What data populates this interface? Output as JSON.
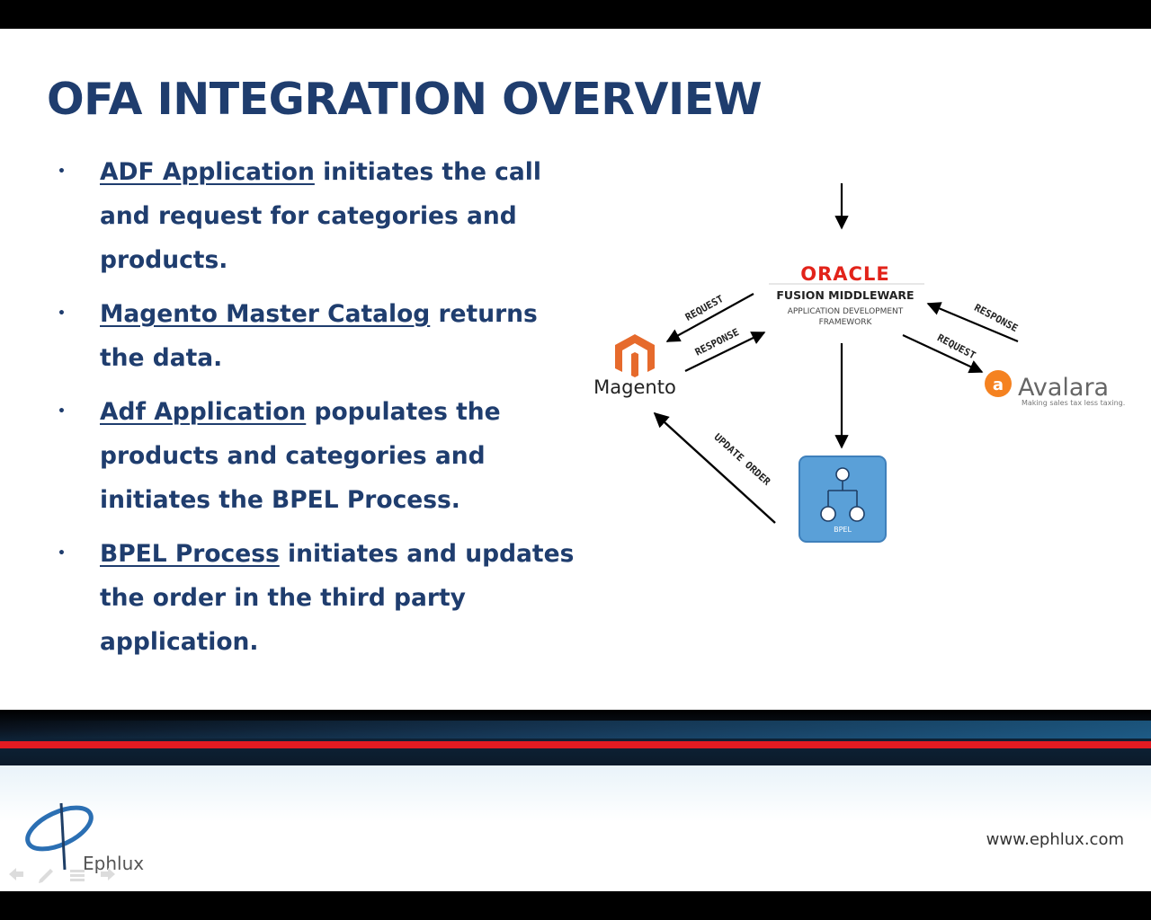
{
  "slide": {
    "title": "OFA INTEGRATION OVERVIEW",
    "bullets": [
      {
        "marker": "•",
        "link": "ADF Application",
        "text": " initiates the call and request for categories and products."
      },
      {
        "marker": "•",
        "link": "Magento Master Catalog",
        "text": " returns the data."
      },
      {
        "marker": "•",
        "link": "Adf Application",
        "text": " populates the products and categories and initiates the BPEL Process."
      },
      {
        "marker": "•",
        "link": "BPEL Process",
        "text": " initiates and updates the order in the third party application."
      }
    ]
  },
  "diagram": {
    "oracle_logo": "ORACLE",
    "oracle_sub1": "FUSION MIDDLEWARE",
    "oracle_sub2": "APPLICATION DEVELOPMENT",
    "oracle_sub3": "FRAMEWORK",
    "magento_label": "Magento",
    "avalara_label": "Avalara",
    "avalara_tagline": "Making sales tax less taxing.",
    "bpel_label": "BPEL",
    "edge_request_left": "REQUEST",
    "edge_response_left": "RESPONSE",
    "edge_response_right": "RESPONSE",
    "edge_request_right": "REQUEST",
    "edge_update_order": "UPDATE ORDER",
    "colors": {
      "oracle_red": "#e2231a",
      "magento_orange": "#e66a2c",
      "avalara_orange": "#f58220",
      "bpel_blue": "#5aa0d8"
    }
  },
  "footer": {
    "url": "www.ephlux.com",
    "logo_text": "Ephlux",
    "nav_icons": [
      "arrow-left-icon",
      "pen-icon",
      "menu-icon",
      "arrow-right-icon"
    ]
  },
  "theme": {
    "title_color": "#1f3d6e",
    "accent_red": "#e11b22"
  }
}
